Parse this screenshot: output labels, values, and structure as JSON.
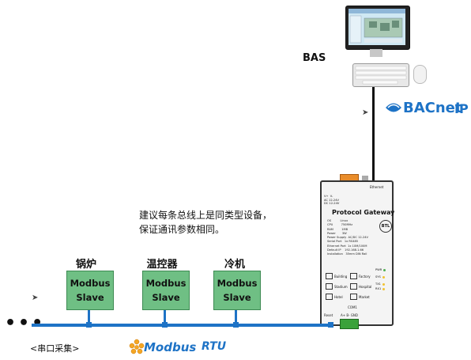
{
  "system": {
    "bas_label": "BAS",
    "bacnet_label": "BACnet",
    "bacnet_ip": "IP",
    "protocol_label": "Modbus",
    "protocol_suffix": "RTU",
    "bus_caption": "<串口采集>",
    "note_line1": "建议每条总线上是同类型设备，",
    "note_line2": "保证通讯参数相同。"
  },
  "devices": [
    {
      "label": "锅炉",
      "line1": "Modbus",
      "line2": "Slave"
    },
    {
      "label": "温控器",
      "line1": "Modbus",
      "line2": "Slave"
    },
    {
      "label": "冷机",
      "line1": "Modbus",
      "line2": "Slave"
    }
  ],
  "gateway": {
    "title": "Protocol Gateway",
    "ethernet": "Ethernet",
    "power_spec": "V+  V-\nAC 12-24V\nDC 12-24V",
    "btl": "BTL",
    "specs": [
      "OS          Linux",
      "CPU         750MHz",
      "RAM         1MB",
      "Power       3W",
      "Power Supply  AC/DC 12-24V",
      "Serial Port   1x RS485",
      "Ethernet Port  1x 10M/100M",
      "Default IP    192.168.1.66",
      "Installation   35mm DIN Rail"
    ],
    "leds": [
      "PWR",
      "SYS",
      "TX1",
      "RX1"
    ],
    "icons": [
      "Building",
      "Factory",
      "Stadium",
      "Hospital",
      "Hotel",
      "Market"
    ],
    "reset": "Reset",
    "com": "COM1",
    "com_pins": "A+  B-  GND"
  },
  "colors": {
    "bus": "#1e73c6",
    "slave_fill": "#6fbf84",
    "terminal_top": "#e98c2a",
    "terminal_bottom": "#3aa23a"
  }
}
